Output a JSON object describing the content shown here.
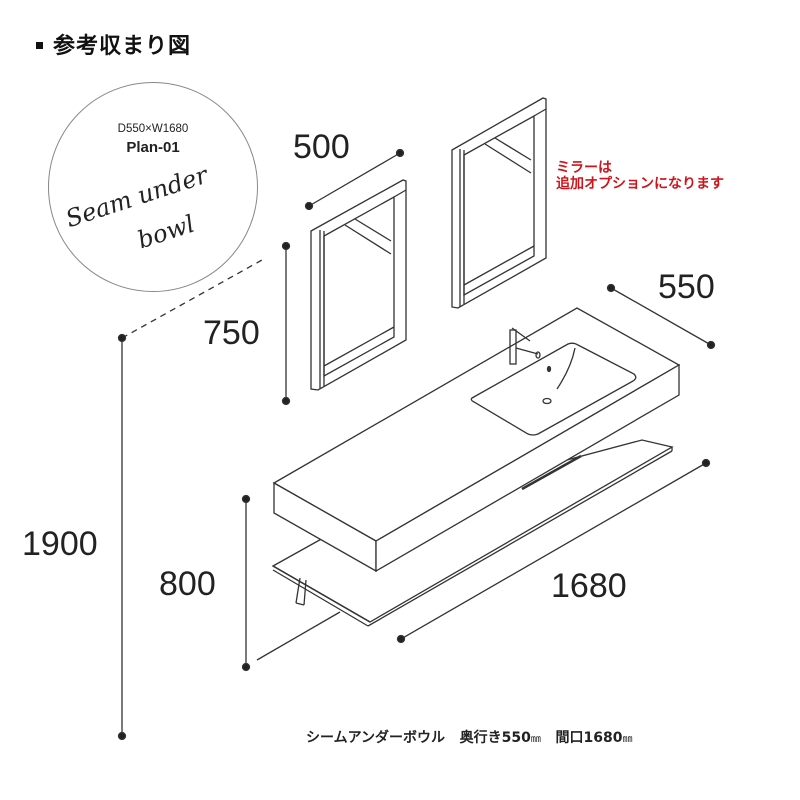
{
  "title": "参考収まり図",
  "badge": {
    "dimensions": "D550×W1680",
    "plan": "Plan-01",
    "script_line1": "Seam under",
    "script_line2": "bowl"
  },
  "dimensions": {
    "mirror_width": "500",
    "mirror_height": "750",
    "counter_depth": "550",
    "total_height": "1900",
    "counter_height": "800",
    "counter_width": "1680"
  },
  "note": {
    "line1": "ミラーは",
    "line2": "追加オプションになります",
    "color": "#d0141c"
  },
  "caption": {
    "product": "シームアンダーボウル",
    "depth_label": "奥行き550",
    "depth_unit": "㎜",
    "width_label": "間口1680",
    "width_unit": "㎜"
  },
  "icons": {
    "bullet": "square-bullet-icon",
    "mirror": "mirror-icon",
    "faucet": "faucet-icon",
    "basin": "basin-icon"
  }
}
